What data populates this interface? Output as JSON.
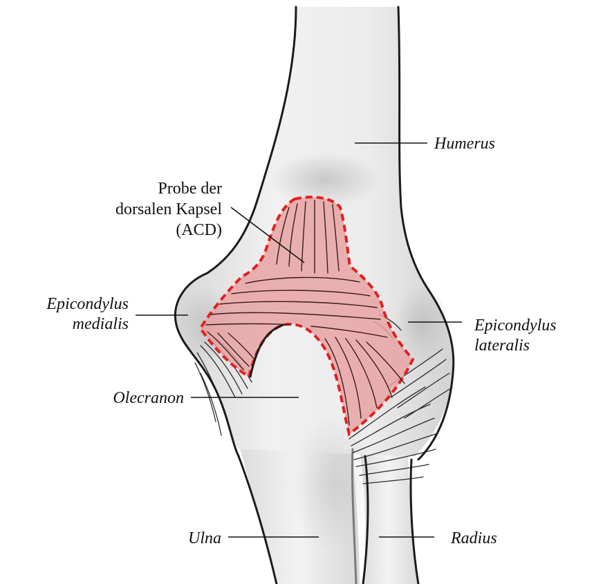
{
  "labels": {
    "humerus": "Humerus",
    "probe_line1": "Probe der",
    "probe_line2": "dorsalen Kapsel",
    "probe_line3": "(ACD)",
    "epi_medialis_line1": "Epicondylus",
    "epi_medialis_line2": "medialis",
    "epi_lateralis_line1": "Epicondylus",
    "epi_lateralis_line2": "lateralis",
    "olecranon": "Olecranon",
    "ulna": "Ulna",
    "radius": "Radius"
  },
  "colors": {
    "bone": "#ececec",
    "bone_shadow": "#c9c9c9",
    "capsule_fill": "#e8a3a3",
    "capsule_border": "#e02020",
    "outline": "#1b1b1b"
  }
}
